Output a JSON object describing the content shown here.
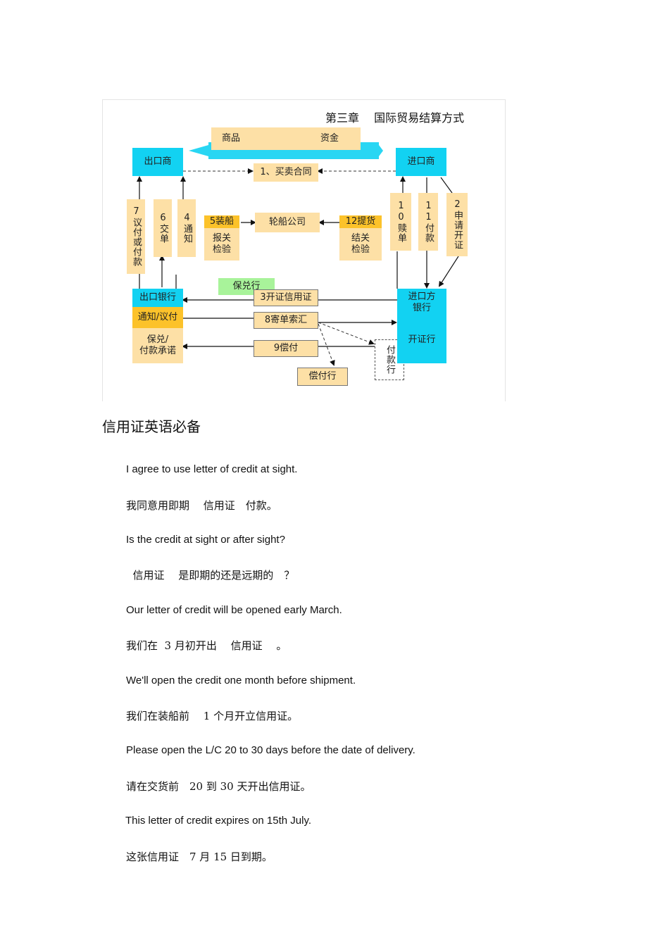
{
  "diagram": {
    "title": "第三章　 国际贸易结算方式",
    "goods": "商品",
    "funds": "资金",
    "exporter": "出口商",
    "importer": "进口商",
    "contract": "1、买卖合同",
    "shipping_company": "轮船公司",
    "ship_step": "5装船",
    "customs_declare": "报关\n检验",
    "pickup_step": "12提货",
    "customs_clear": "结关\n检验",
    "step7": "7议付或付款",
    "step6": "6交单",
    "step4": "4通知",
    "step10": "10赎单",
    "step11": "11付款",
    "step2": "2申请开证",
    "confirming_bank": "保兑行",
    "step3": "3开证信用证",
    "step8": "8寄单索汇",
    "step9": "9偿付",
    "reimbursing_bank": "偿付行",
    "paying_bank": "付款行",
    "exporter_bank": "出口银行",
    "advise_negotiate": "通知/议付",
    "confirm_commit": "保兑/\n付款承诺",
    "importer_bank": "进口方\n银行",
    "issuing_bank": "开证行"
  },
  "heading": "信用证英语必备",
  "lines": [
    {
      "lang": "en",
      "text": "I agree to use letter of credit at sight."
    },
    {
      "lang": "zh",
      "text": "我同意用即期　 信用证　付款。"
    },
    {
      "lang": "en",
      "text": "Is the credit at sight or after sight?"
    },
    {
      "lang": "zh",
      "text": "  信用证　 是即期的还是远期的　？"
    },
    {
      "lang": "en",
      "text": "Our letter of credit will be opened early March."
    },
    {
      "lang": "zh",
      "text": "我们在  3 月初开出　 信用证　 。"
    },
    {
      "lang": "en",
      "text": "We'll open the credit one month before shipment."
    },
    {
      "lang": "zh",
      "text": "我们在装船前　 1 个月开立信用证。"
    },
    {
      "lang": "en",
      "text": "Please open the L/C 20 to 30 days before the date of delivery."
    },
    {
      "lang": "zh",
      "text": "请在交货前　20 到 30 天开出信用证。"
    },
    {
      "lang": "en",
      "text": "This letter of credit expires on 15th July."
    },
    {
      "lang": "zh",
      "text": "这张信用证　7 月 15 日到期。"
    }
  ]
}
